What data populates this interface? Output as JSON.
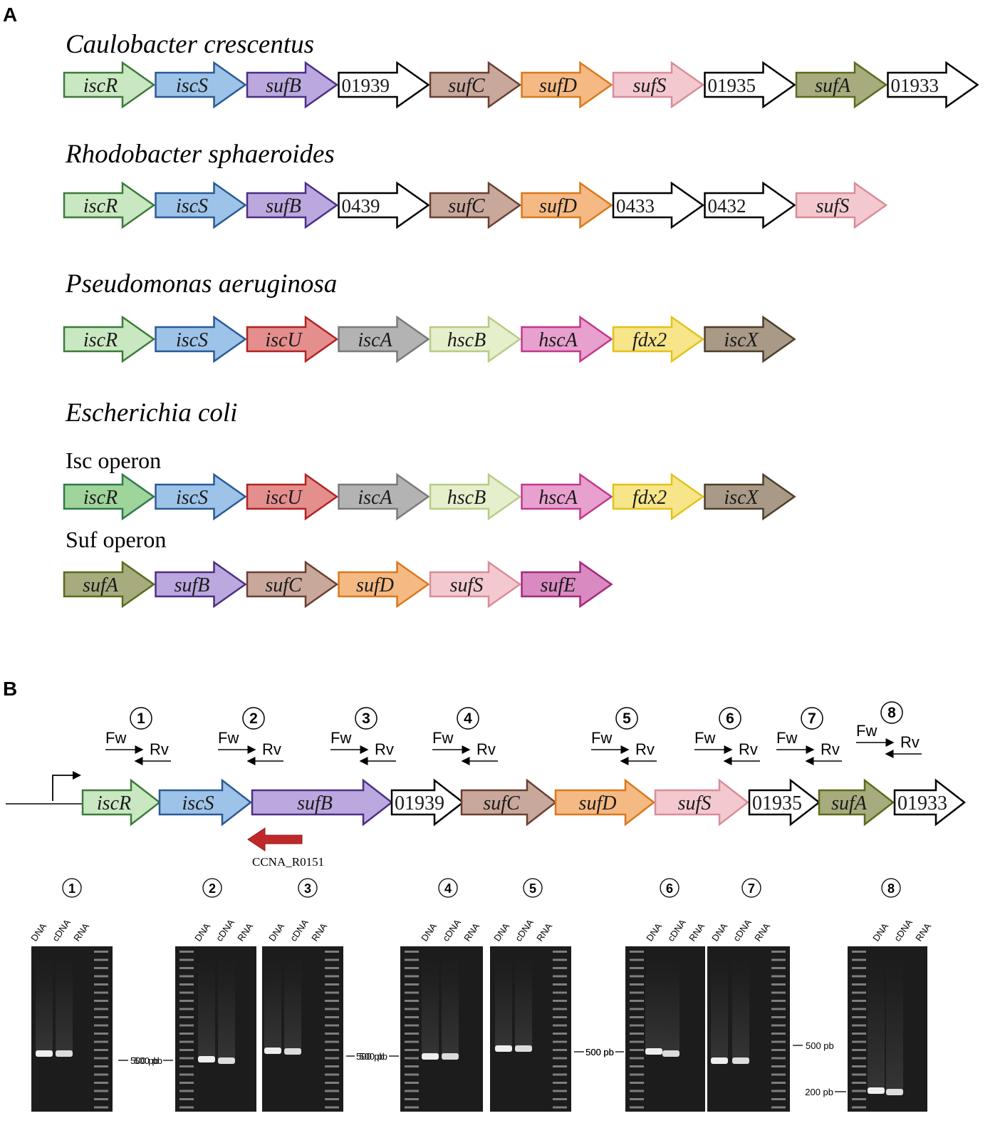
{
  "panelA": {
    "letter": "A",
    "rows": [
      {
        "species": "Caulobacter crescentus",
        "genes": [
          {
            "label": "iscR",
            "color": "#c9e8c2",
            "stroke": "#3d7a3a"
          },
          {
            "label": "iscS",
            "color": "#9dc3e8",
            "stroke": "#2a5a96"
          },
          {
            "label": "sufB",
            "color": "#bba8de",
            "stroke": "#4b2f86"
          },
          {
            "label": "01939",
            "color": "#ffffff",
            "stroke": "#000000",
            "num": true
          },
          {
            "label": "sufC",
            "color": "#c9a89c",
            "stroke": "#6a3f32"
          },
          {
            "label": "sufD",
            "color": "#f5b984",
            "stroke": "#d9791c"
          },
          {
            "label": "sufS",
            "color": "#f3c9cf",
            "stroke": "#d98d99"
          },
          {
            "label": "01935",
            "color": "#ffffff",
            "stroke": "#000000",
            "num": true
          },
          {
            "label": "sufA",
            "color": "#a7ab7e",
            "stroke": "#5b6b1a"
          },
          {
            "label": "01933",
            "color": "#ffffff",
            "stroke": "#000000",
            "num": true
          }
        ]
      },
      {
        "species": "Rhodobacter sphaeroides",
        "genes": [
          {
            "label": "iscR",
            "color": "#c9e8c2",
            "stroke": "#3d7a3a"
          },
          {
            "label": "iscS",
            "color": "#9dc3e8",
            "stroke": "#2a5a96"
          },
          {
            "label": "sufB",
            "color": "#bba8de",
            "stroke": "#4b2f86"
          },
          {
            "label": "0439",
            "color": "#ffffff",
            "stroke": "#000000",
            "num": true
          },
          {
            "label": "sufC",
            "color": "#c9a89c",
            "stroke": "#6a3f32"
          },
          {
            "label": "sufD",
            "color": "#f5b984",
            "stroke": "#d9791c"
          },
          {
            "label": "0433",
            "color": "#ffffff",
            "stroke": "#000000",
            "num": true
          },
          {
            "label": "0432",
            "color": "#ffffff",
            "stroke": "#000000",
            "num": true
          },
          {
            "label": "sufS",
            "color": "#f3c9cf",
            "stroke": "#d98d99"
          }
        ]
      },
      {
        "species": "Pseudomonas aeruginosa",
        "genes": [
          {
            "label": "iscR",
            "color": "#c9e8c2",
            "stroke": "#3d7a3a"
          },
          {
            "label": "iscS",
            "color": "#9dc3e8",
            "stroke": "#2a5a96"
          },
          {
            "label": "iscU",
            "color": "#e58e8e",
            "stroke": "#b22222"
          },
          {
            "label": "iscA",
            "color": "#b3b3b3",
            "stroke": "#7a7a7a"
          },
          {
            "label": "hscB",
            "color": "#e6efcc",
            "stroke": "#b8cc84"
          },
          {
            "label": "hscA",
            "color": "#e8a0cf",
            "stroke": "#c2388c"
          },
          {
            "label": "fdx2",
            "color": "#f7e58a",
            "stroke": "#e3c11a"
          },
          {
            "label": "iscX",
            "color": "#a89a86",
            "stroke": "#4d3f2a"
          }
        ]
      },
      {
        "species": "Escherichia coli",
        "operon": "Isc operon",
        "genes": [
          {
            "label": "iscR",
            "color": "#9fd49a",
            "stroke": "#2e7a4a"
          },
          {
            "label": "iscS",
            "color": "#9dc3e8",
            "stroke": "#2a5a96"
          },
          {
            "label": "iscU",
            "color": "#e58e8e",
            "stroke": "#b22222"
          },
          {
            "label": "iscA",
            "color": "#b3b3b3",
            "stroke": "#7a7a7a"
          },
          {
            "label": "hscB",
            "color": "#e6efcc",
            "stroke": "#b8cc84"
          },
          {
            "label": "hscA",
            "color": "#e8a0cf",
            "stroke": "#c2388c"
          },
          {
            "label": "fdx2",
            "color": "#f7e58a",
            "stroke": "#e3c11a"
          },
          {
            "label": "iscX",
            "color": "#a89a86",
            "stroke": "#4d3f2a"
          }
        ]
      },
      {
        "operon": "Suf operon",
        "genes": [
          {
            "label": "sufA",
            "color": "#a7ab7e",
            "stroke": "#5b6b1a"
          },
          {
            "label": "sufB",
            "color": "#bba8de",
            "stroke": "#4b2f86"
          },
          {
            "label": "sufC",
            "color": "#c9a89c",
            "stroke": "#6a3f32"
          },
          {
            "label": "sufD",
            "color": "#f5b984",
            "stroke": "#d9791c"
          },
          {
            "label": "sufS",
            "color": "#f3c9cf",
            "stroke": "#d98d99"
          },
          {
            "label": "sufE",
            "color": "#d98ac0",
            "stroke": "#a3287c"
          }
        ]
      }
    ]
  },
  "panelB": {
    "letter": "B",
    "primer_pairs": [
      {
        "num": "1",
        "fw": "Fw",
        "rv": "Rv"
      },
      {
        "num": "2",
        "fw": "Fw",
        "rv": "Rv"
      },
      {
        "num": "3",
        "fw": "Fw",
        "rv": "Rv"
      },
      {
        "num": "4",
        "fw": "Fw",
        "rv": "Rv"
      },
      {
        "num": "5",
        "fw": "Fw",
        "rv": "Rv"
      },
      {
        "num": "6",
        "fw": "Fw",
        "rv": "Rv"
      },
      {
        "num": "7",
        "fw": "Fw",
        "rv": "Rv"
      },
      {
        "num": "8",
        "fw": "Fw",
        "rv": "Rv"
      }
    ],
    "operon_genes": [
      {
        "label": "iscR",
        "color": "#c9e8c2",
        "stroke": "#3d7a3a"
      },
      {
        "label": "iscS",
        "color": "#9dc3e8",
        "stroke": "#2a5a96"
      },
      {
        "label": "sufB",
        "color": "#bba8de",
        "stroke": "#4b2f86"
      },
      {
        "label": "01939",
        "color": "#ffffff",
        "stroke": "#000000",
        "num": true
      },
      {
        "label": "sufC",
        "color": "#c9a89c",
        "stroke": "#6a3f32"
      },
      {
        "label": "sufD",
        "color": "#f5b984",
        "stroke": "#d9791c"
      },
      {
        "label": "sufS",
        "color": "#f3c9cf",
        "stroke": "#d98d99"
      },
      {
        "label": "01935",
        "color": "#ffffff",
        "stroke": "#000000",
        "num": true
      },
      {
        "label": "sufA",
        "color": "#a7ab7e",
        "stroke": "#5b6b1a"
      },
      {
        "label": "01933",
        "color": "#ffffff",
        "stroke": "#000000",
        "num": true
      }
    ],
    "antisense": {
      "label": "CCNA_R0151",
      "color": "#c0292a"
    },
    "gel_numbers": [
      "1",
      "2",
      "3",
      "4",
      "5",
      "6",
      "7",
      "8"
    ],
    "lane_labels": [
      "DNA",
      "cDNA",
      "RNA"
    ],
    "markers": {
      "m500": "500 pb",
      "m200": "200 pb"
    }
  }
}
